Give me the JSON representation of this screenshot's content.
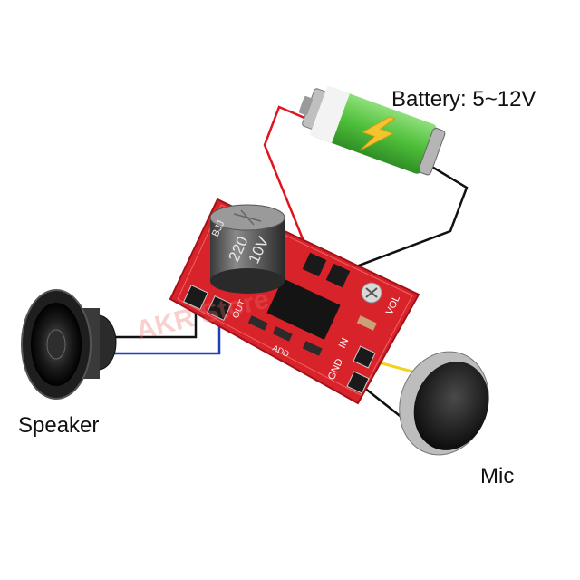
{
  "labels": {
    "battery": "Battery: 5~12V",
    "speaker": "Speaker",
    "mic": "Mic"
  },
  "board": {
    "silk_vol": "VOL",
    "silk_in": "IN",
    "silk_gnd": "GND",
    "silk_add": "ADD",
    "silk_out": "OUT",
    "cap_line1": "BJJ",
    "cap_line2": "220",
    "cap_line3": "10V"
  },
  "watermark": "AKR       Store",
  "colors": {
    "pcb": "#d8232a",
    "wire_red": "#e0141e",
    "wire_black": "#111111",
    "wire_blue": "#1f3fb8",
    "wire_yellow": "#f2d21b",
    "battery_green": "#5fc94a",
    "bolt": "#f4c430"
  }
}
